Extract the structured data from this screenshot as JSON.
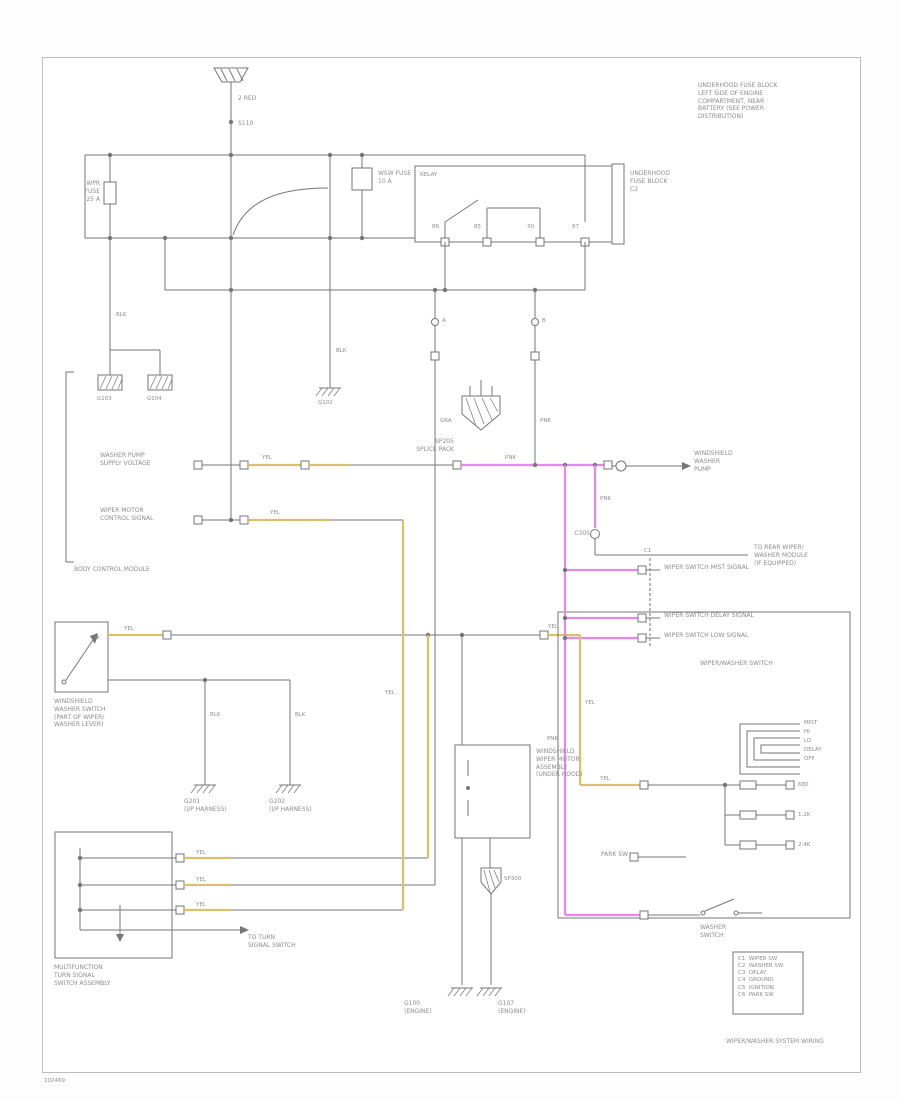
{
  "colors": {
    "wire_yellow": "#d9c06a",
    "wire_pink": "#ea86ea",
    "line_gray": "#767676",
    "text_gray": "#8c8c8c",
    "page_border": "#bdbdbd",
    "page_background": "#ffffff"
  },
  "labels": {
    "top_note": "UNDERHOOD FUSE BLOCK\nLEFT SIDE OF ENGINE\nCOMPARTMENT, NEAR\nBATTERY (SEE POWER\nDISTRIBUTION)",
    "feed_wire": "2 RED",
    "feed_splice": "S110",
    "fuse1": "WPR\nFUSE\n25 A",
    "fuse2": "WSW FUSE\n10 A",
    "relay_title": "RELAY",
    "pin86": "86",
    "pin85": "85",
    "pin30": "30",
    "pin87": "87",
    "fb_conn": "UNDERHOOD\nFUSE BLOCK\nC2",
    "conn_a": "A",
    "conn_b": "B",
    "blk1": "BLK",
    "blk2": "BLK",
    "blk3": "BLK",
    "blk4": "BLK",
    "g103": "G103",
    "g104": "G104",
    "g102": "G102",
    "sp205": "SP205\nSPLICE PACK",
    "bcm_run1": "WASHER PUMP\nSUPPLY VOLTAGE",
    "bcm_run2": "WIPER MOTOR\nCONTROL SIGNAL",
    "bcm": "BODY CONTROL MODULE",
    "yel1": "YEL",
    "yel2": "YEL",
    "yel3": "YEL",
    "yel4": "YEL",
    "yel5": "YEL",
    "yel6": "YEL",
    "yel7": "YEL",
    "yel8": "YEL",
    "yel9": "YEL",
    "yel10": "YEL",
    "pnk1": "PNK",
    "pnk2": "PNK",
    "pnk3": "PNK",
    "gra1": "GRA",
    "pnk4": "PNK",
    "washer_pump": "WINDSHIELD\nWASHER\nPUMP",
    "c305": "C305",
    "rear_module": "TO REAR WIPER/\nWASHER MODULE\n(IF EQUIPPED)",
    "row_mist": "WIPER SWITCH MIST SIGNAL",
    "row_delay": "WIPER SWITCH DELAY SIGNAL",
    "row_low": "WIPER SWITCH LOW SIGNAL",
    "c1": "C1",
    "ww_switch": "WIPER/WASHER SWITCH",
    "washer_sw_box": "WINDSHIELD\nWASHER SWITCH\n(PART OF WIPER/\nWASHER LEVER)",
    "g201": "G201\n(I/P HARNESS)",
    "g202": "G202\n(I/P HARNESS)",
    "pos_mist": "MIST",
    "pos_hi": "HI",
    "pos_lo": "LO",
    "pos_delay": "DELAY",
    "pos_off": "OFF",
    "r1": "680",
    "r2": "1.2K",
    "r3": "2.4K",
    "park": "PARK SW",
    "washer_switch": "WASHER\nSWITCH",
    "motor_box": "WINDSHIELD\nWIPER MOTOR\nASSEMBLY\n(UNDER HOOD)",
    "sp300": "SP300",
    "g100": "G100\n(ENGINE)",
    "g107": "G107\n(ENGINE)",
    "mfs_box": "MULTIFUNCTION\nTURN SIGNAL\nSWITCH ASSEMBLY",
    "turn_signal": "TO TURN\nSIGNAL SWITCH",
    "legend": "C1  WIPER SW\nC2  WASHER SW\nC3  DELAY\nC4  GROUND\nC5  IGNITION\nC6  PARK SW",
    "footnote": "WIPER/WASHER SYSTEM WIRING",
    "page_code": "102469"
  }
}
